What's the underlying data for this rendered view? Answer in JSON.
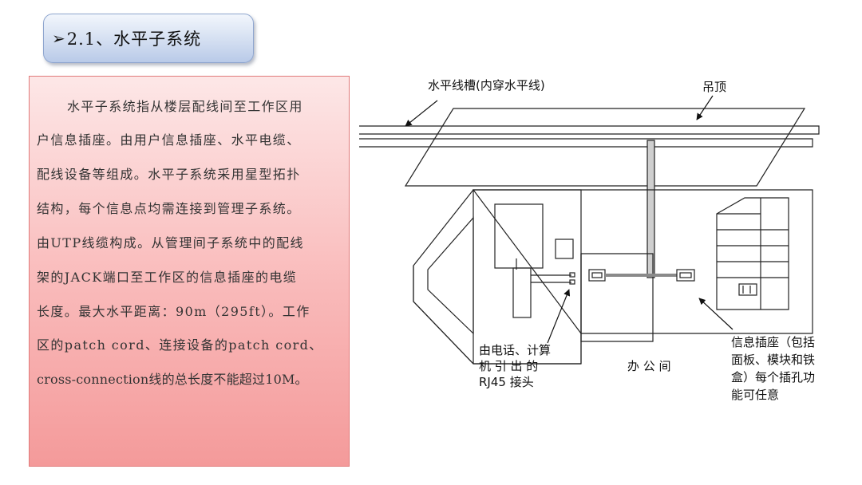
{
  "slide": {
    "title_arrow": "➢",
    "title": "2.1、水平子系统",
    "paragraph_lines": [
      "水平子系统指从楼层配线间至工作区用",
      "户信息插座。由用户信息插座、水平电缆、",
      "配线设备等组成。水平子系统采用星型拓扑",
      "结构，每个信息点均需连接到管理子系统。",
      "由UTP线缆构成。从管理间子系统中的配线",
      "架的JACK端口至工作区的信息插座的电缆",
      "长度。最大水平距离：90m（295ft）。工作",
      "区的patch cord、连接设备的patch cord、",
      "cross-connection线的总长度不能超过10M。"
    ]
  },
  "diagram": {
    "labels": {
      "trunking": "水平线槽(内穿水平线)",
      "ceiling": "吊顶",
      "phone_line1": "由电话、计算",
      "phone_line2": "机 引 出 的",
      "phone_line3": "RJ45 接头",
      "office": "办 公 间",
      "outlet_line1": "信息插座（包括",
      "outlet_line2": "面板、模块和铁",
      "outlet_line3": "盒）每个插孔功",
      "outlet_line4": "能可任意"
    }
  }
}
